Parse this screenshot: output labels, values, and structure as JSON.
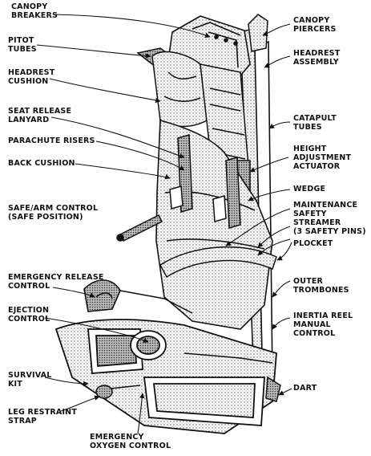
{
  "labels": {
    "canopy_breakers": "CANOPY\nBREAKERS",
    "canopy_piercers": "CANOPY\nPIERCERS",
    "pitot_tubes": "PITOT\nTUBES",
    "headrest_assembly": "HEADREST\nASSEMBLY",
    "headrest_cushion": "HEADREST\nCUSHION",
    "seat_release_lanyard": "SEAT RELEASE\nLANYARD",
    "catapult_tubes": "CATAPULT\nTUBES",
    "parachute_risers": "PARACHUTE RISERS",
    "height_adjustment_actuator": "HEIGHT\nADJUSTMENT\nACTUATOR",
    "back_cushion": "BACK CUSHION",
    "wedge": "WEDGE",
    "safe_arm_control": "SAFE/ARM CONTROL\n(SAFE POSITION)",
    "maintenance_safety_streamer": "MAINTENANCE\nSAFETY\nSTREAMER\n(3 SAFETY PINS)",
    "plocket": "PLOCKET",
    "emergency_release_control": "EMERGENCY RELEASE\nCONTROL",
    "outer_trombones": "OUTER\nTROMBONES",
    "ejection_control": "EJECTION\nCONTROL",
    "inertia_reel_manual_control": "INERTIA REEL\nMANUAL\nCONTROL",
    "survival_kit": "SURVIVAL\nKIT",
    "dart": "DART",
    "leg_restraint_strap": "LEG RESTRAINT\nSTRAP",
    "emergency_oxygen_control": "EMERGENCY\nOXYGEN CONTROL"
  },
  "colors": {
    "ink": "#111111",
    "paper": "#ffffff",
    "shade": "#9a9a9a"
  }
}
